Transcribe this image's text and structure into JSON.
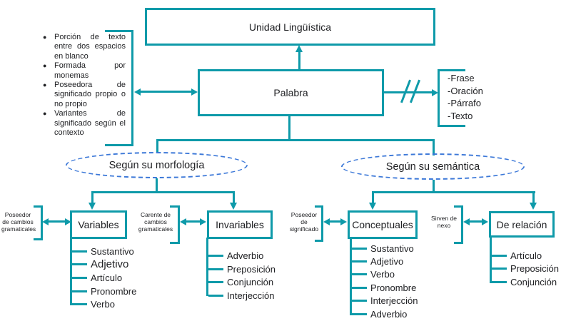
{
  "colors": {
    "accent_teal": "#0e9aa9",
    "ellipse_blue": "#3c78d8",
    "text": "#202124"
  },
  "glyphs": {
    "bullet": "●"
  },
  "top": {
    "unit_box": "Unidad Lingüística",
    "word_box": "Palabra",
    "word_features": [
      "Porción de texto entre dos espacios en blanco",
      "Formada por monemas",
      "Poseedora de significado propio o no propio",
      "Variantes de significado según el contexto"
    ],
    "larger_units": [
      "-Frase",
      "-Oración",
      "-Párrafo",
      "-Texto"
    ]
  },
  "morfologia": {
    "ellipse_label": "Según su morfología",
    "variables": {
      "title": "Variables",
      "note": "Poseedor\nde cambios\ngramaticales",
      "items": [
        "Sustantivo",
        "Adjetivo",
        "Artículo",
        "Pronombre",
        "Verbo"
      ]
    },
    "invariables": {
      "title": "Invariables",
      "note": "Carente de\ncambios\ngramaticales",
      "items": [
        "Adverbio",
        "Preposición",
        "Conjunción",
        "Interjección"
      ]
    }
  },
  "semantica": {
    "ellipse_label": "Según su semántica",
    "conceptuales": {
      "title": "Conceptuales",
      "note": "Poseedor\nde\nsignificado",
      "items": [
        "Sustantivo",
        "Adjetivo",
        "Verbo",
        "Pronombre",
        "Interjección",
        "Adverbio"
      ]
    },
    "de_relacion": {
      "title": "De relación",
      "note": "Sirven de\nnexo",
      "items": [
        "Artículo",
        "Preposición",
        "Conjunción"
      ]
    }
  }
}
